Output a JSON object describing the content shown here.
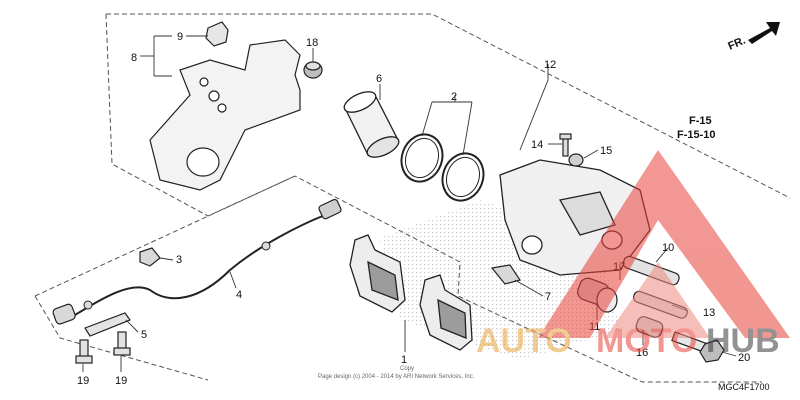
{
  "labels": {
    "fr": "FR."
  },
  "refs": {
    "f15": "F-15",
    "f1510": "F-15-10"
  },
  "callouts": {
    "n1": "1",
    "n2": "2",
    "n3": "3",
    "n4": "4",
    "n5": "5",
    "n6": "6",
    "n7": "7",
    "n8": "8",
    "n9": "9",
    "n10": "10",
    "n11": "11",
    "n12": "12",
    "n13": "13",
    "n14": "14",
    "n15": "15",
    "n16": "16",
    "n17": "17",
    "n18": "18",
    "n19": "19",
    "n20": "20"
  },
  "footer": {
    "copy_mark": "Copy",
    "copyright": "Page design (c) 2004 - 2014 by ARI Network Services, Inc.",
    "code": "MGC4F1700"
  },
  "watermark": {
    "part1": "AUTO",
    "part2": "MOTO",
    "part3": "HUB"
  },
  "colors": {
    "watermark_red": "#e8413a",
    "watermark_orange": "#e8a33a",
    "watermark_dark": "#3a3a3a"
  }
}
